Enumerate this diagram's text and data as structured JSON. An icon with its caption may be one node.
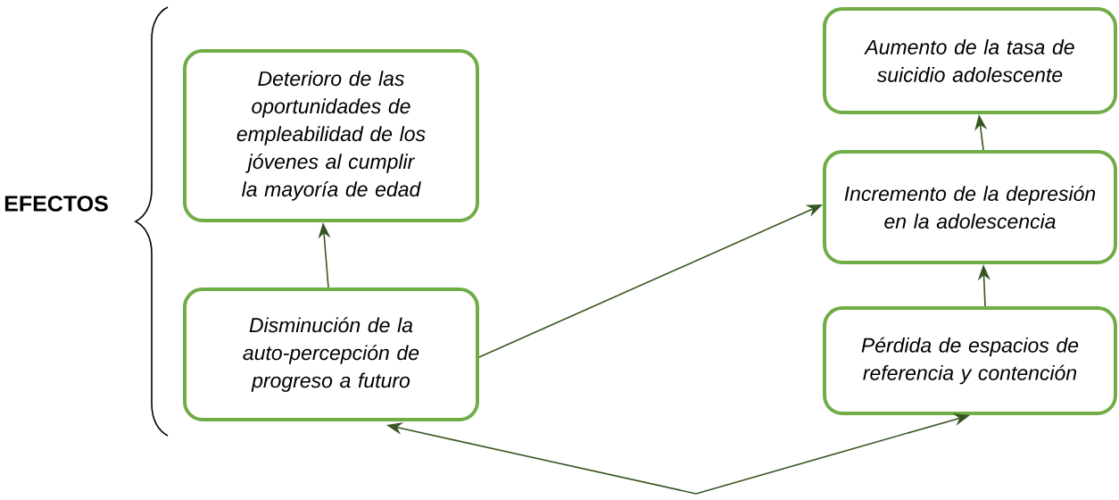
{
  "diagram": {
    "nodes": [
      {
        "text": [
          "Deterioro de las oportunidades de empleabilidad de los jóvenes al cumplir la mayoría de edad"
        ]
      },
      {
        "text": [
          "Aumento de la tasa de suicidio adolescente"
        ]
      },
      {
        "text": [
          "Incremento de la depresión en la adolescencia"
        ]
      },
      {
        "text": [
          "Disminución de la auto-percepción de progreso a futuro"
        ]
      },
      {
        "text": [
          "Pérdida de espacios de referencia y contención"
        ]
      }
    ],
    "edges": [
      {
        "from": 3,
        "to": 0,
        "arrow": "to"
      },
      {
        "from": 3,
        "to": 2,
        "arrow": "to"
      },
      {
        "from": 2,
        "to": 1,
        "arrow": "to"
      },
      {
        "from": 4,
        "to": 2,
        "arrow": "to"
      },
      {
        "from": null,
        "to": 3,
        "arrow": "to"
      },
      {
        "from": null,
        "to": 4,
        "arrow": "to"
      }
    ],
    "labels": [
      "EFECTOS"
    ]
  }
}
